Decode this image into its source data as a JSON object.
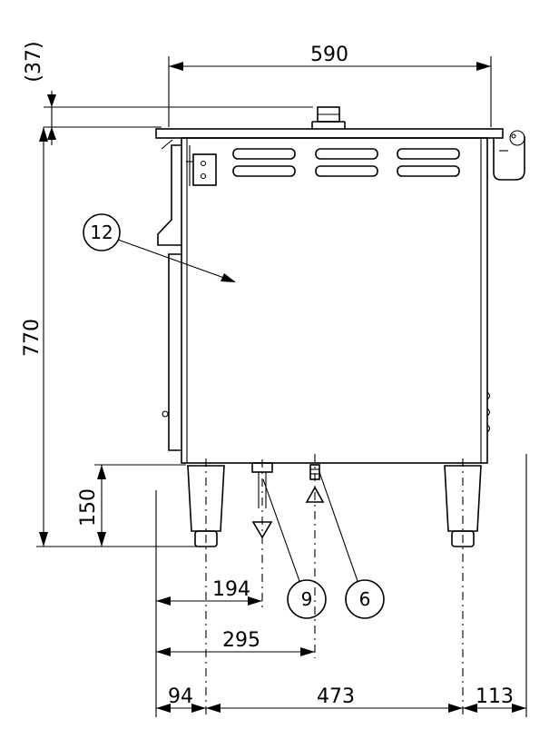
{
  "dimensions": {
    "width_590": "590",
    "height_37": "(37)",
    "height_770": "770",
    "leg_150": "150",
    "drain_194": "194",
    "supply_295": "295",
    "offset_94": "94",
    "leg_span_473": "473",
    "offset_113": "113"
  },
  "callouts": {
    "body": "12",
    "drain": "9",
    "supply": "6"
  },
  "colors": {
    "line": "#000000",
    "background": "#ffffff"
  }
}
